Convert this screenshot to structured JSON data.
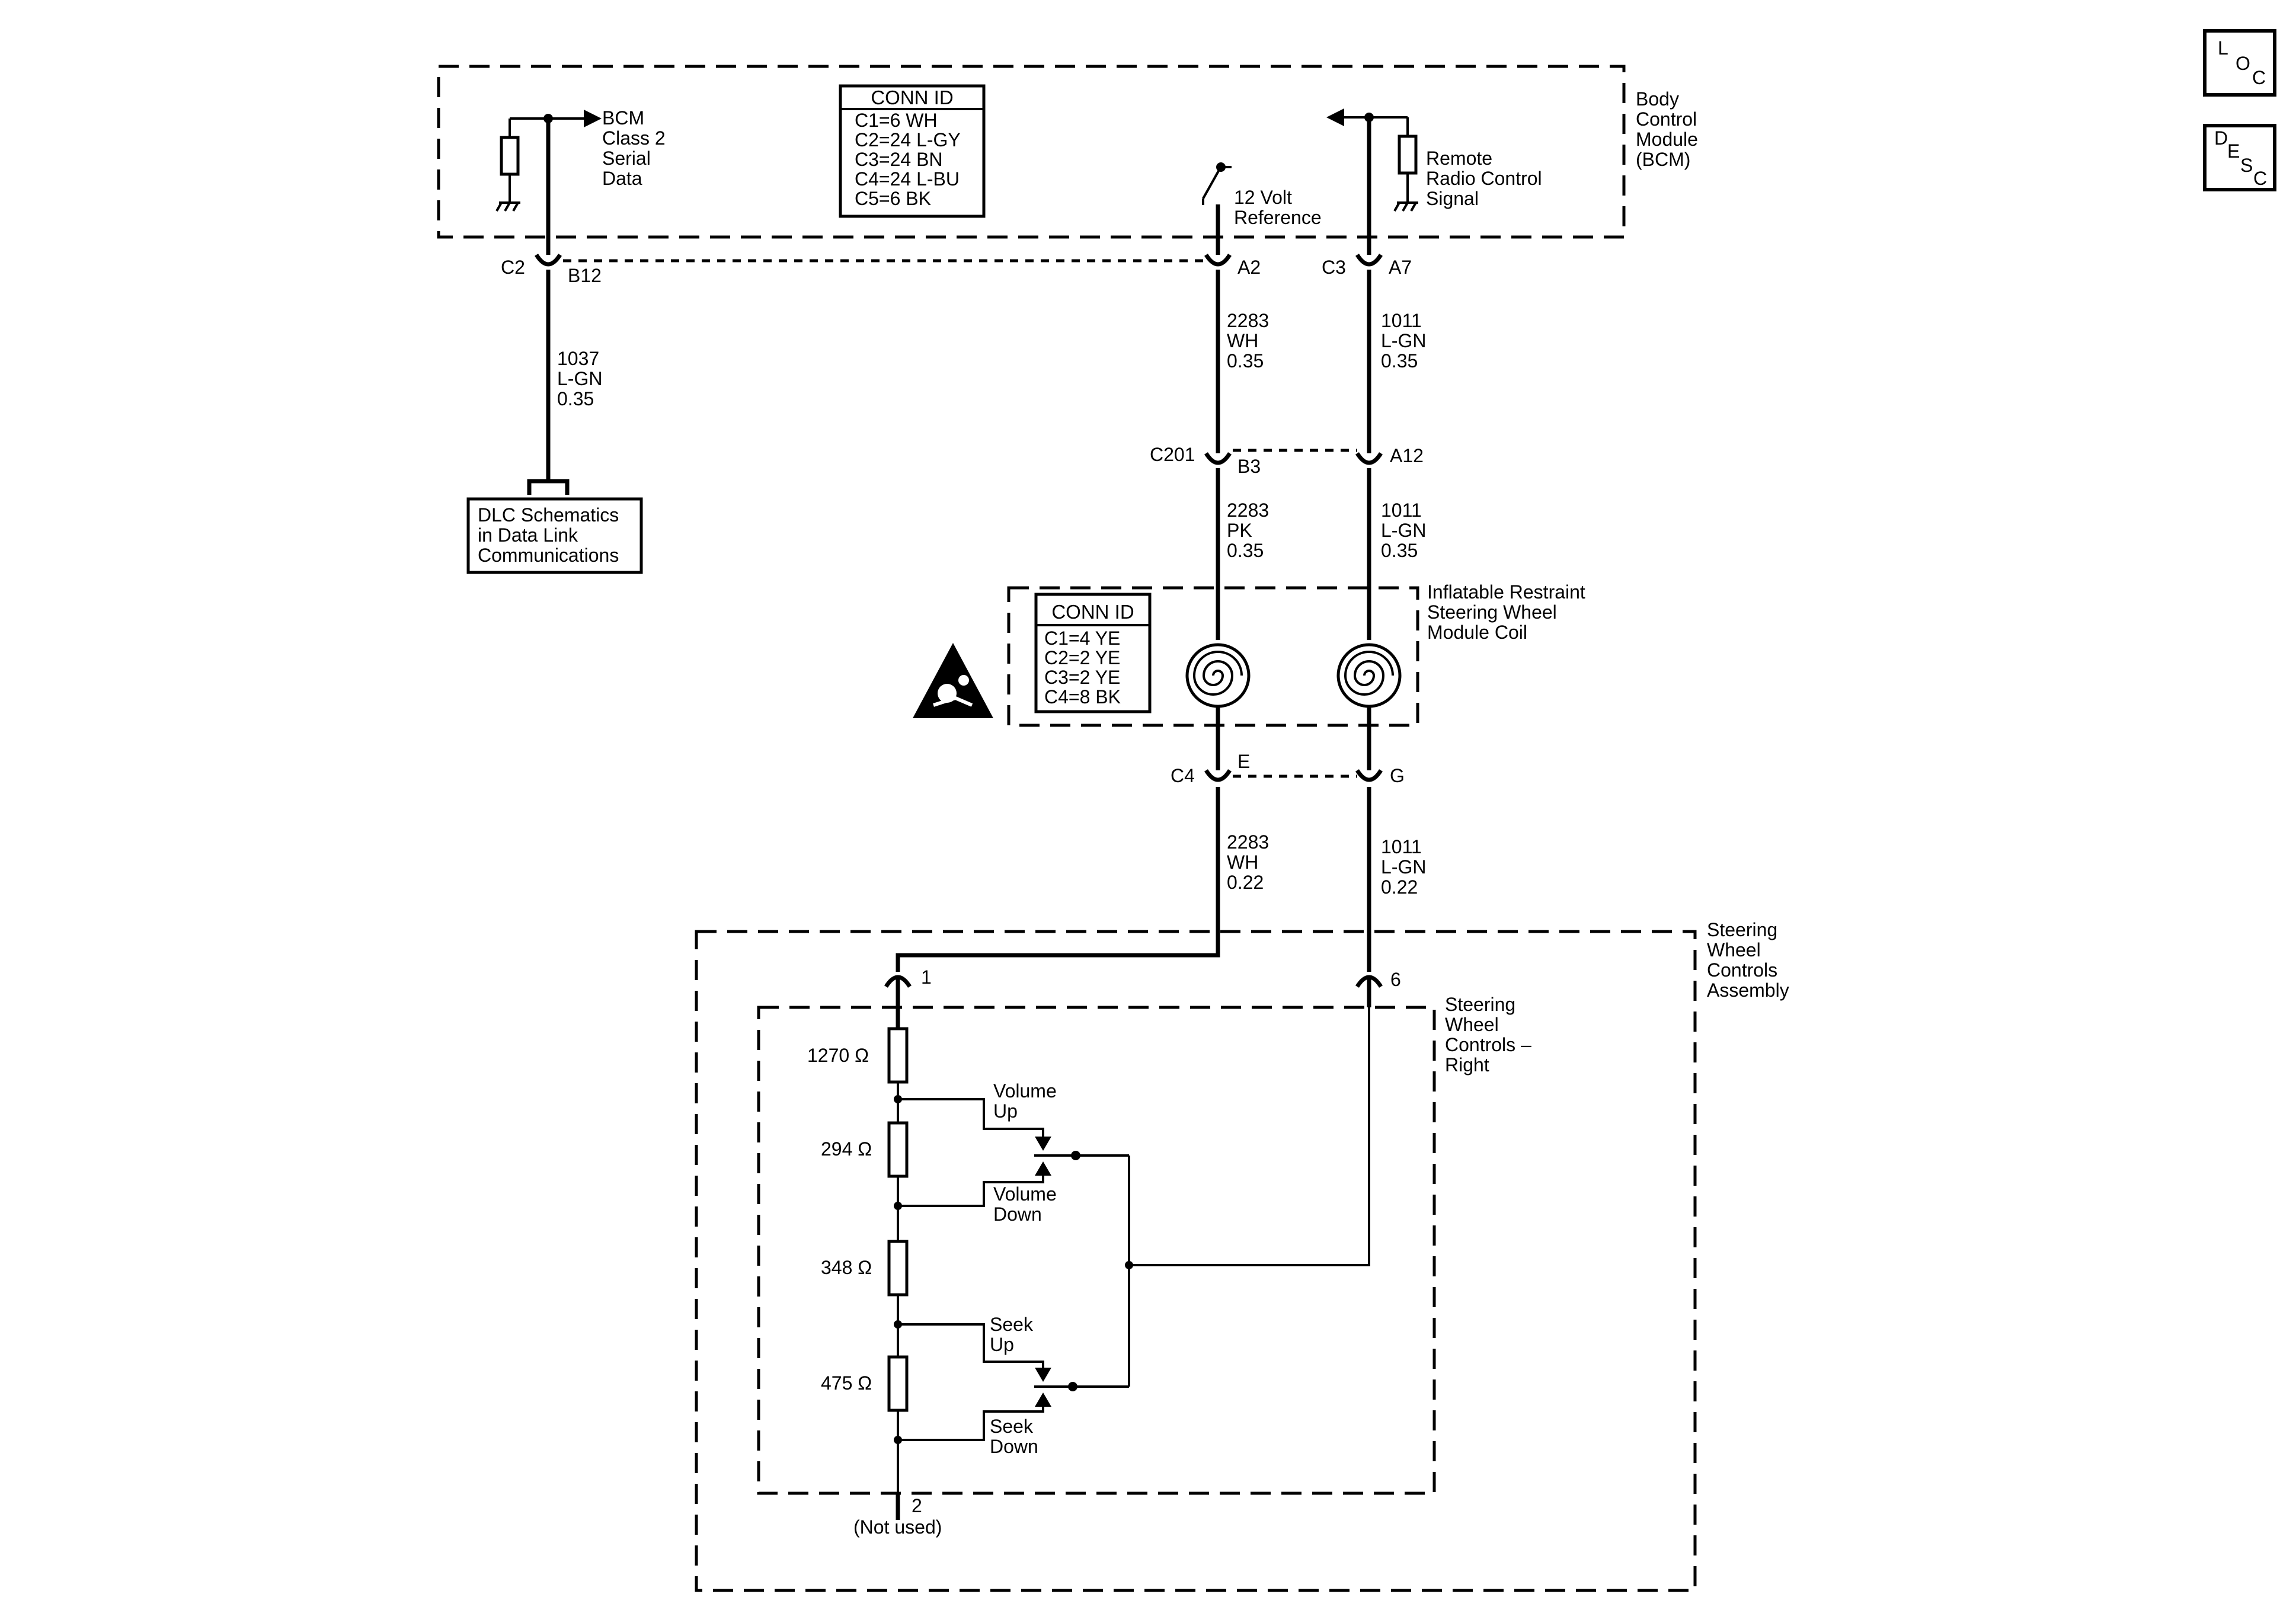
{
  "nav": {
    "loc": {
      "l": "L",
      "o": "O",
      "c": "C"
    },
    "desc": {
      "d": "D",
      "e": "E",
      "s": "S",
      "c": "C"
    }
  },
  "bcm": {
    "title": [
      "Body",
      "Control",
      "Module",
      "(BCM)"
    ],
    "class2": [
      "BCM",
      "Class 2",
      "Serial",
      "Data"
    ],
    "ref12v": [
      "12 Volt",
      "Reference"
    ],
    "remote": [
      "Remote",
      "Radio Control",
      "Signal"
    ],
    "conn_id": {
      "header": "CONN ID",
      "rows": [
        "C1=6 WH",
        "C2=24 L-GY",
        "C3=24 BN",
        "C4=24 L-BU",
        "C5=6 BK"
      ]
    }
  },
  "connectors": {
    "c2": "C2",
    "b12": "B12",
    "a2": "A2",
    "c3": "C3",
    "a7": "A7",
    "c201": "C201",
    "b3": "B3",
    "a12": "A12",
    "c4": "C4",
    "e": "E",
    "g": "G",
    "pin1": "1",
    "pin6": "6",
    "pin2": "2",
    "not_used": "(Not used)"
  },
  "wires": {
    "w1037": [
      "1037",
      "L-GN",
      "0.35"
    ],
    "w2283a": [
      "2283",
      "WH",
      "0.35"
    ],
    "w1011a": [
      "1011",
      "L-GN",
      "0.35"
    ],
    "w2283b": [
      "2283",
      "PK",
      "0.35"
    ],
    "w1011b": [
      "1011",
      "L-GN",
      "0.35"
    ],
    "w2283c": [
      "2283",
      "WH",
      "0.22"
    ],
    "w1011c": [
      "1011",
      "L-GN",
      "0.22"
    ]
  },
  "dlc": [
    "DLC Schematics",
    "in Data Link",
    "Communications"
  ],
  "coil": {
    "title": [
      "Inflatable Restraint",
      "Steering Wheel",
      "Module Coil"
    ],
    "conn_id": {
      "header": "CONN ID",
      "rows": [
        "C1=4 YE",
        "C2=2 YE",
        "C3=2 YE",
        "C4=8 BK"
      ]
    }
  },
  "swc_assembly": [
    "Steering",
    "Wheel",
    "Controls",
    "Assembly"
  ],
  "swc_right": [
    "Steering",
    "Wheel",
    "Controls –",
    "Right"
  ],
  "resistors": [
    "1270 Ω",
    "294 Ω",
    "348 Ω",
    "475 Ω"
  ],
  "switches": {
    "vol_up": [
      "Volume",
      "Up"
    ],
    "vol_down": [
      "Volume",
      "Down"
    ],
    "seek_up": [
      "Seek",
      "Up"
    ],
    "seek_down": [
      "Seek",
      "Down"
    ]
  }
}
